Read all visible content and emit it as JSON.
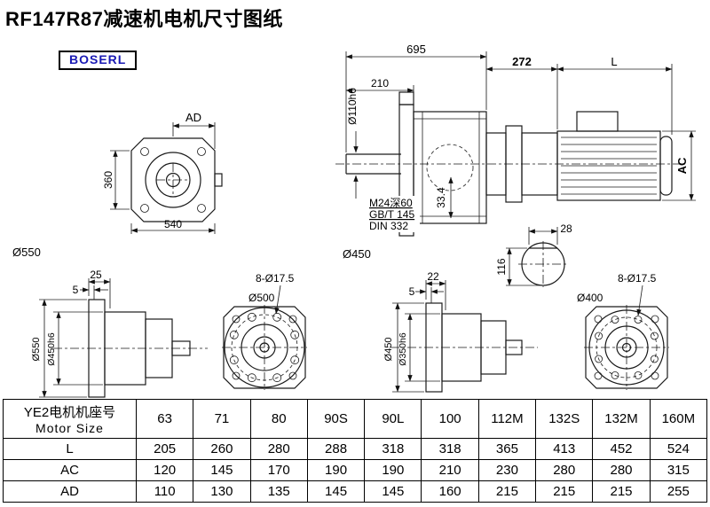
{
  "page": {
    "title": "RF147R87减速机电机尺寸图纸",
    "brand": "BOSERL",
    "brand_color": "#1a1ab4"
  },
  "drawing": {
    "front_view": {
      "ad": "AD",
      "h360": "360",
      "w540": "540",
      "flange": "Ø550"
    },
    "side_view": {
      "len695": "695",
      "len210": "210",
      "shaft_dia": "Ø110h6",
      "len272": "272",
      "motor_len": "L",
      "motor_dia": "AC",
      "tap": "M24深60",
      "std1": "GB/T 145",
      "std2": "DIN 332",
      "len33_4": "33.4",
      "flange": "Ø450",
      "key_w28": "28",
      "key_h116": "116"
    },
    "flange_b1": {
      "t25": "25",
      "t5": "5",
      "od": "Ø550",
      "spigot": "Ø450h6"
    },
    "flange_b2": {
      "holes": "8-Ø17.5",
      "od": "Ø500"
    },
    "flange_b3": {
      "t22": "22",
      "t5": "5",
      "od": "Ø450",
      "spigot": "Ø350h6"
    },
    "flange_b4": {
      "holes": "8-Ø17.5",
      "od": "Ø400"
    }
  },
  "table": {
    "header_line1": "YE2电机机座号",
    "header_line2": "Motor Size",
    "columns": [
      "63",
      "71",
      "80",
      "90S",
      "90L",
      "100",
      "112M",
      "132S",
      "132M",
      "160M"
    ],
    "rows": [
      {
        "label": "L",
        "values": [
          "205",
          "260",
          "280",
          "288",
          "318",
          "318",
          "365",
          "413",
          "452",
          "524"
        ]
      },
      {
        "label": "AC",
        "values": [
          "120",
          "145",
          "170",
          "190",
          "190",
          "210",
          "230",
          "280",
          "280",
          "315"
        ]
      },
      {
        "label": "AD",
        "values": [
          "110",
          "130",
          "135",
          "145",
          "145",
          "160",
          "215",
          "215",
          "215",
          "255"
        ]
      }
    ]
  }
}
